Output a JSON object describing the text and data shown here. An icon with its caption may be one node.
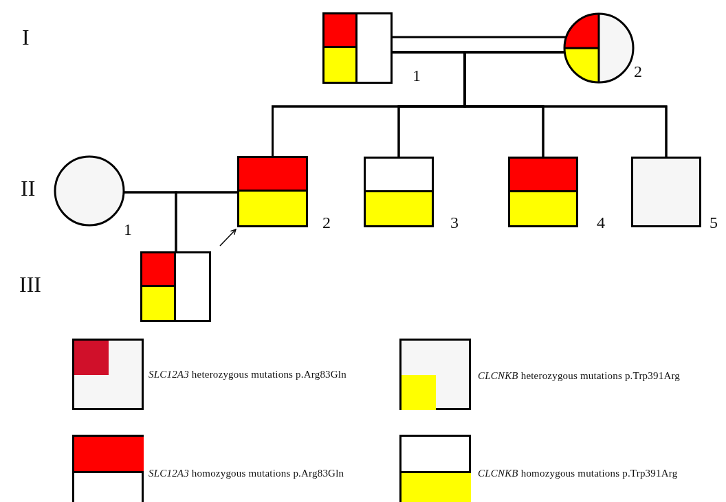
{
  "diagram": {
    "nodes": [
      {
        "text": [],
        "shape": "box",
        "beside": [
          "1"
        ]
      },
      {
        "text": [],
        "shape": "circle",
        "beside": [
          "2"
        ]
      },
      {
        "text": [],
        "shape": "circle",
        "beside": [
          "1"
        ]
      },
      {
        "text": [],
        "shape": "box",
        "beside": [
          "2"
        ]
      },
      {
        "text": [],
        "shape": "box",
        "beside": [
          "3"
        ]
      },
      {
        "text": [],
        "shape": "box",
        "beside": [
          "4"
        ]
      },
      {
        "text": [],
        "shape": "box",
        "beside": [
          "5"
        ]
      },
      {
        "text": [],
        "shape": "box"
      }
    ],
    "edges": [
      {
        "from": 0,
        "to": 1,
        "arrow": "none"
      },
      {
        "from": 0,
        "to": 3,
        "arrow": "none"
      },
      {
        "from": 0,
        "to": 4,
        "arrow": "none"
      },
      {
        "from": 0,
        "to": 5,
        "arrow": "none"
      },
      {
        "from": 0,
        "to": 6,
        "arrow": "none"
      },
      {
        "from": 1,
        "to": 3,
        "arrow": "none"
      },
      {
        "from": 1,
        "to": 4,
        "arrow": "none"
      },
      {
        "from": 1,
        "to": 5,
        "arrow": "none"
      },
      {
        "from": 1,
        "to": 6,
        "arrow": "none"
      },
      {
        "from": 2,
        "to": 3,
        "arrow": "none"
      },
      {
        "from": 2,
        "to": 7,
        "arrow": "none"
      },
      {
        "from": 3,
        "to": 7,
        "arrow": "none"
      },
      {
        "from": null,
        "to": 3,
        "arrow": "to"
      }
    ],
    "labels": [
      "I",
      "II",
      "III"
    ],
    "legend": [
      {
        "text": "*SLC12A3* heterozygous mutations p.Arg83Gln"
      },
      {
        "text": "*CLCNKB* heterozygous mutations p.Trp391Arg"
      },
      {
        "text": "*SLC12A3* homozygous mutations p.Arg83Gln"
      },
      {
        "text": "*CLCNKB* homozygous mutations p.Trp391Arg"
      }
    ]
  }
}
